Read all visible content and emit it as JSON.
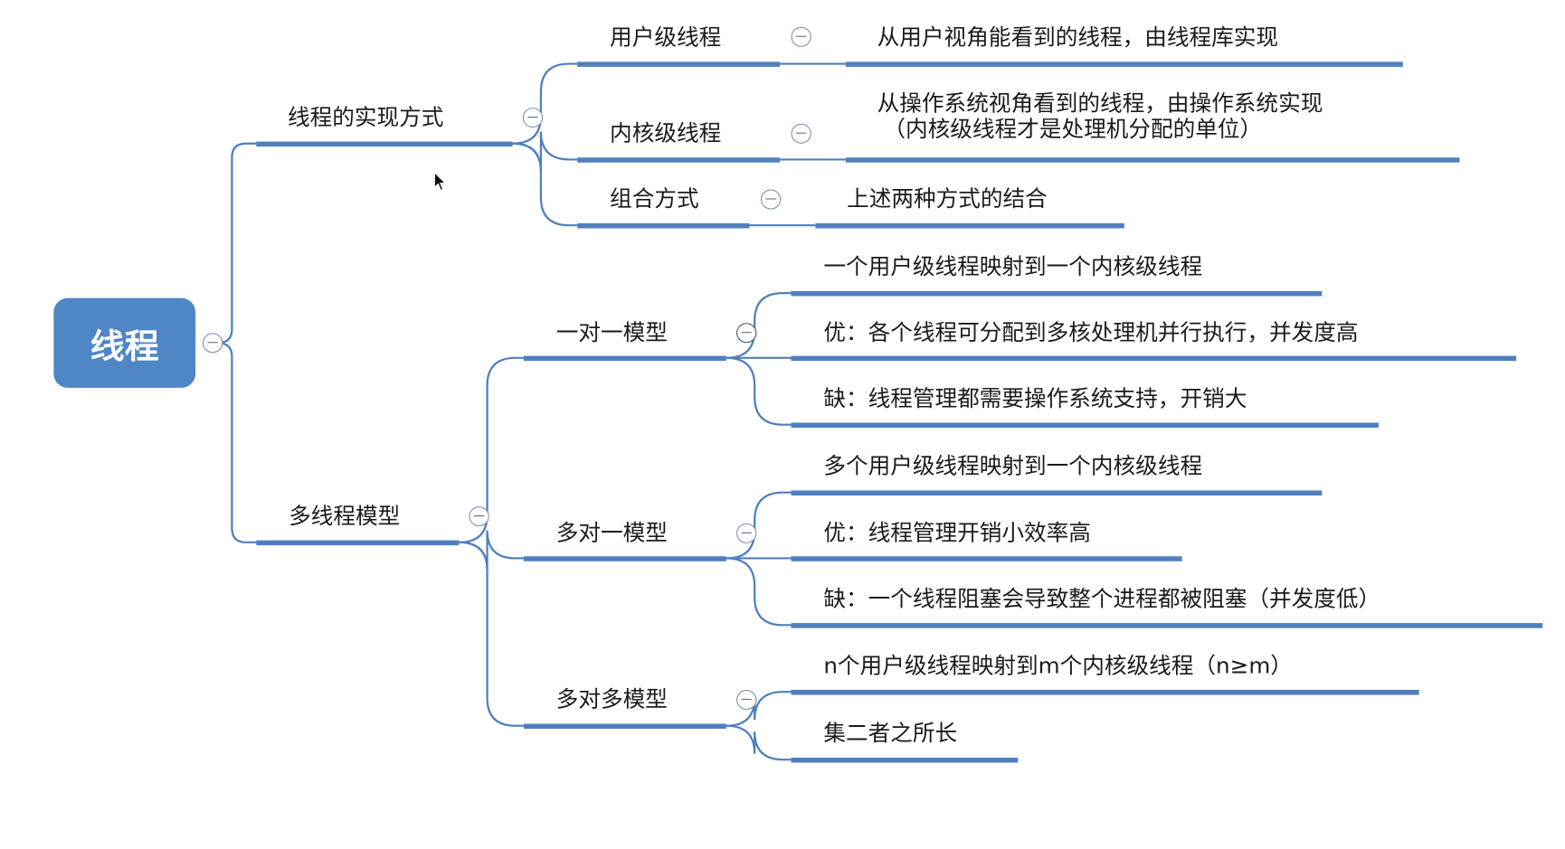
{
  "root": {
    "label": "线程"
  },
  "branches": [
    {
      "label": "线程的实现方式",
      "children": [
        {
          "label": "用户级线程",
          "details": [
            "从用户视角能看到的线程，由线程库实现"
          ]
        },
        {
          "label": "内核级线程",
          "details": [
            "从操作系统视角看到的线程，由操作系统实现",
            "（内核级线程才是处理机分配的单位）"
          ]
        },
        {
          "label": "组合方式",
          "details": [
            "上述两种方式的结合"
          ]
        }
      ]
    },
    {
      "label": "多线程模型",
      "children": [
        {
          "label": "一对一模型",
          "details": [
            "一个用户级线程映射到一个内核级线程",
            "优：各个线程可分配到多核处理机并行执行，并发度高",
            "缺：线程管理都需要操作系统支持，开销大"
          ]
        },
        {
          "label": "多对一模型",
          "details": [
            "多个用户级线程映射到一个内核级线程",
            "优：线程管理开销小效率高",
            "缺：一个线程阻塞会导致整个进程都被阻塞（并发度低）"
          ]
        },
        {
          "label": "多对多模型",
          "details": [
            "n个用户级线程映射到m个内核级线程（n≥m）",
            "集二者之所长"
          ]
        }
      ]
    }
  ],
  "colors": {
    "root_fill": "#4f86c6",
    "branch_line": "#4f7fbe",
    "toggle_border": "#7f93b4"
  },
  "icons": {
    "toggle": "collapse-minus-icon",
    "pointer": "mouse-cursor-icon"
  }
}
